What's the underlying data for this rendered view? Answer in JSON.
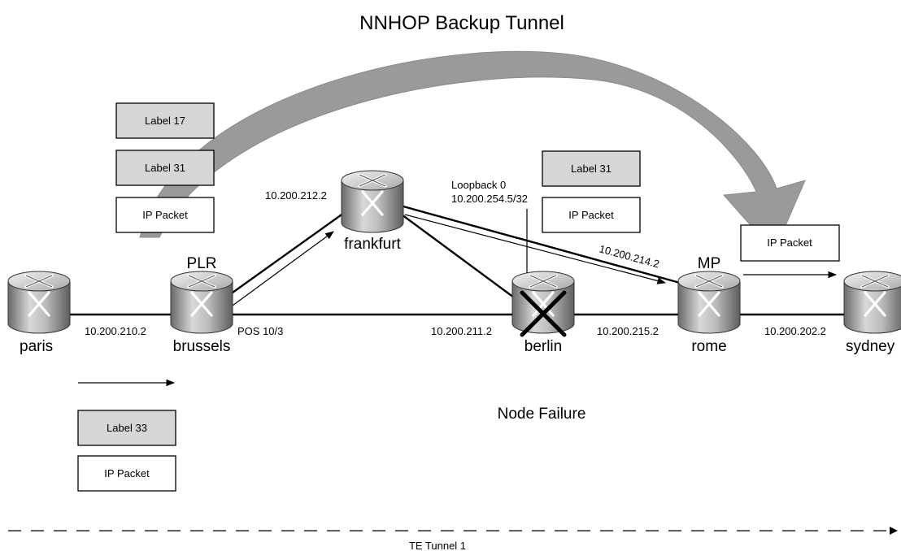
{
  "title": "NNHOP Backup Tunnel",
  "failure_label": "Node Failure",
  "tunnel_label": "TE Tunnel 1",
  "roles": {
    "plr": "PLR",
    "mp": "MP"
  },
  "routers": {
    "paris": "paris",
    "brussels": "brussels",
    "frankfurt": "frankfurt",
    "berlin": "berlin",
    "rome": "rome",
    "sydney": "sydney"
  },
  "addresses": {
    "paris_brussels": "10.200.210.2",
    "brussels_interface": "POS 10/3",
    "brussels_frankfurt": "10.200.212.2",
    "brussels_berlin": "10.200.211.2",
    "frankfurt_rome": "10.200.214.2",
    "berlin_rome": "10.200.215.2",
    "rome_sydney": "10.200.202.2",
    "berlin_loopback_name": "Loopback 0",
    "berlin_loopback_ip": "10.200.254.5/32"
  },
  "stacks": {
    "backup": [
      "Label 17",
      "Label 31",
      "IP Packet"
    ],
    "berlin": [
      "Label 31",
      "IP Packet"
    ],
    "rome": [
      "IP Packet"
    ],
    "paris": [
      "Label 33",
      "IP Packet"
    ]
  }
}
